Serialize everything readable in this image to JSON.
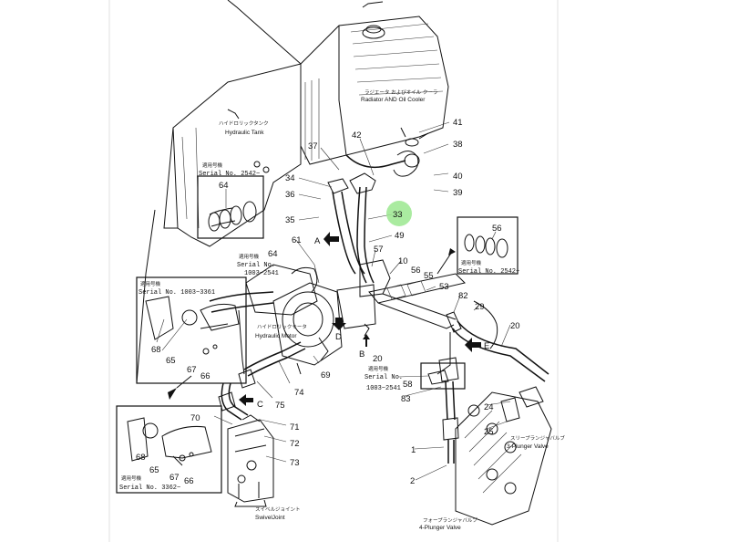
{
  "labels": {
    "p41": "41",
    "p38": "38",
    "p42": "42",
    "p37": "37",
    "p40": "40",
    "p39": "39",
    "p34": "34",
    "p36": "36",
    "p33": "33",
    "p35": "35",
    "p49": "49",
    "p64a": "64",
    "p64b": "64",
    "p61": "61",
    "p57": "57",
    "p10": "10",
    "p56a": "56",
    "p56b": "56",
    "p55": "55",
    "p53": "53",
    "p82": "82",
    "p29": "29",
    "p20a": "20",
    "p20b": "20",
    "p68a": "68",
    "p65a": "65",
    "p67a": "67",
    "p66a": "66",
    "p69": "69",
    "p74": "74",
    "p75": "75",
    "p58": "58",
    "p83": "83",
    "p24": "24",
    "p25": "25",
    "p70": "70",
    "p71": "71",
    "p72": "72",
    "p73": "73",
    "p68b": "68",
    "p65b": "65",
    "p67b": "67",
    "p66b": "66",
    "p1": "1",
    "p2": "2",
    "arrA": "A",
    "arrB": "B",
    "arrC": "C",
    "arrD": "D",
    "arrE": "E"
  },
  "captions": {
    "radiator_jp": "ラジエータ およびオイル クーラ",
    "radiator": "Radiator AND Oil Cooler",
    "tank_jp": "ハイドロリックタンク",
    "tank": "Hydraulic Tank",
    "motor_jp": "ハイドロリックモータ",
    "motor": "Hydraulic Motor",
    "swivel_jp": "スイベルジョイント",
    "swivel": "SwivelJoint",
    "valve3_jp": "スリープランジャバルブ",
    "valve3": "3-Plunger Valve",
    "valve4_jp": "フォープランジャバルブ",
    "valve4": "4-Plunger Valve"
  },
  "serials": {
    "s1_jp": "適用号機",
    "s1": "Serial No. 2542~",
    "s2_jp": "適用号機",
    "s2": "Serial No.",
    "s2b": "1003~2541",
    "s3_jp": "適用号機",
    "s3": "Serial No. 1003~3361",
    "s4_jp": "適用号機",
    "s4": "Serial No. 2542~",
    "s5_jp": "適用号機",
    "s5": "Serial No.",
    "s5b": "1003~2541",
    "s6_jp": "適用号機",
    "s6": "Serial No. 3362~"
  },
  "highlight_color": "#9be88f"
}
